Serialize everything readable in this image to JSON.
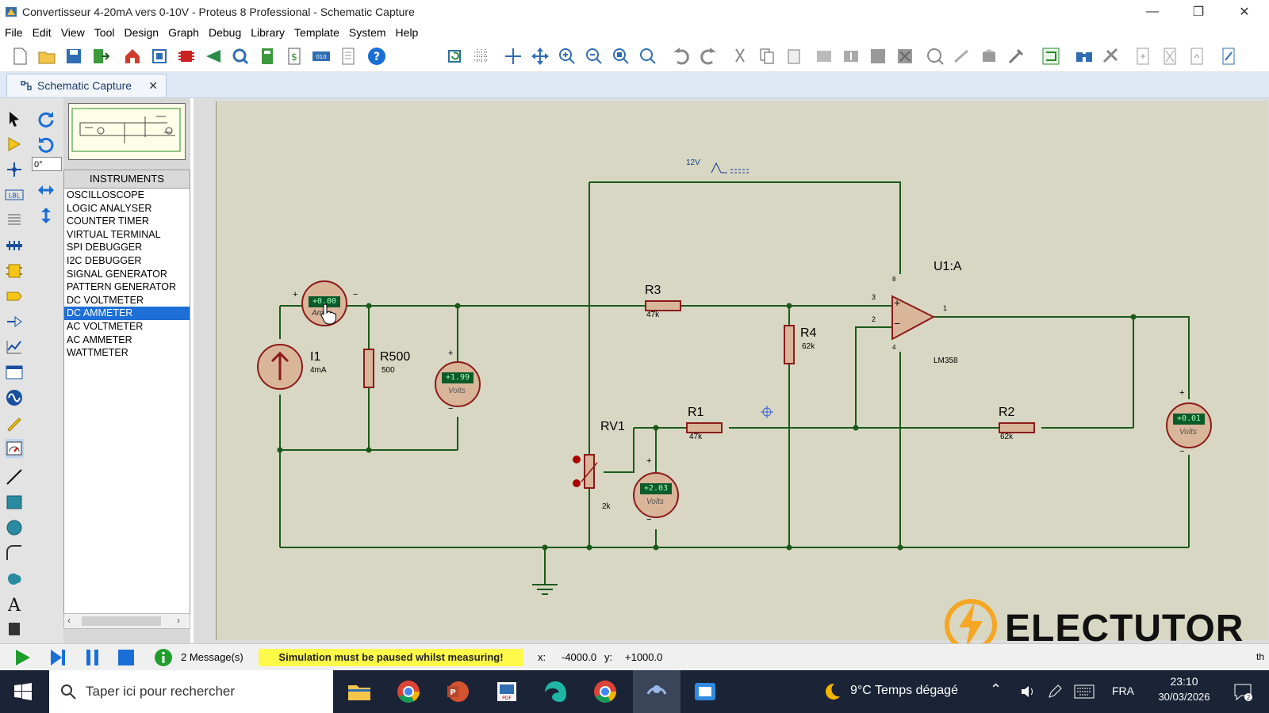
{
  "window": {
    "title": "Convertisseur 4-20mA vers 0-10V - Proteus 8 Professional - Schematic Capture",
    "minimize": "—",
    "restore": "❐",
    "close": "✕"
  },
  "menu": [
    "File",
    "Edit",
    "View",
    "Tool",
    "Design",
    "Graph",
    "Debug",
    "Library",
    "Template",
    "System",
    "Help"
  ],
  "tab": {
    "label": "Schematic Capture",
    "close": "✕"
  },
  "rotation_field": "0°",
  "instruments": {
    "header": "INSTRUMENTS",
    "items": [
      "OSCILLOSCOPE",
      "LOGIC ANALYSER",
      "COUNTER TIMER",
      "VIRTUAL TERMINAL",
      "SPI DEBUGGER",
      "I2C DEBUGGER",
      "SIGNAL GENERATOR",
      "PATTERN GENERATOR",
      "DC VOLTMETER",
      "DC AMMETER",
      "AC VOLTMETER",
      "AC AMMETER",
      "WATTMETER"
    ],
    "selected": "DC AMMETER"
  },
  "schematic": {
    "supply_label": "12V",
    "ammeter": {
      "reading": "+0.00",
      "unit": "Amps",
      "plus": "+",
      "minus": "−"
    },
    "i1": {
      "name": "I1",
      "value": "4mA"
    },
    "r500": {
      "name": "R500",
      "value": "500"
    },
    "vm1": {
      "reading": "+1.99",
      "unit": "Volts",
      "plus": "+",
      "minus": "−"
    },
    "r3": {
      "name": "R3",
      "value": "47k"
    },
    "r4": {
      "name": "R4",
      "value": "62k"
    },
    "u1": {
      "name": "U1:A",
      "part": "LM358",
      "pin3": "3",
      "pin2": "2",
      "pin1": "1",
      "pin8": "8",
      "pin4": "4",
      "plus": "+",
      "minus": "−"
    },
    "rv1": {
      "name": "RV1",
      "value": "2k"
    },
    "r1": {
      "name": "R1",
      "value": "47k"
    },
    "vm2": {
      "reading": "+2.03",
      "unit": "Volts",
      "plus": "+",
      "minus": "−"
    },
    "r2": {
      "name": "R2",
      "value": "62k"
    },
    "vm3": {
      "reading": "+0.01",
      "unit": "Volts",
      "plus": "+",
      "minus": "−"
    }
  },
  "watermark": "ELECTUTOR",
  "status": {
    "messages": "2 Message(s)",
    "warning": "Simulation must be paused whilst measuring!",
    "x_label": "x:",
    "x_value": "-4000.0",
    "y_label": "y:",
    "y_value": "+1000.0",
    "units": "th"
  },
  "taskbar": {
    "search_placeholder": "Taper ici pour rechercher",
    "weather": "9°C  Temps dégagé",
    "lang": "FRA",
    "time": "23:10",
    "date": "30/03/2026"
  },
  "colors": {
    "sheet": "#d8d7c3",
    "wire": "#1b5a1b",
    "component": "#8b1a1a",
    "meter_body": "#d9b69a",
    "meter_display": "#0b5b2a",
    "selection": "#1e6fd6",
    "warning_bg": "#fff94a",
    "accent_orange": "#f5a623"
  }
}
